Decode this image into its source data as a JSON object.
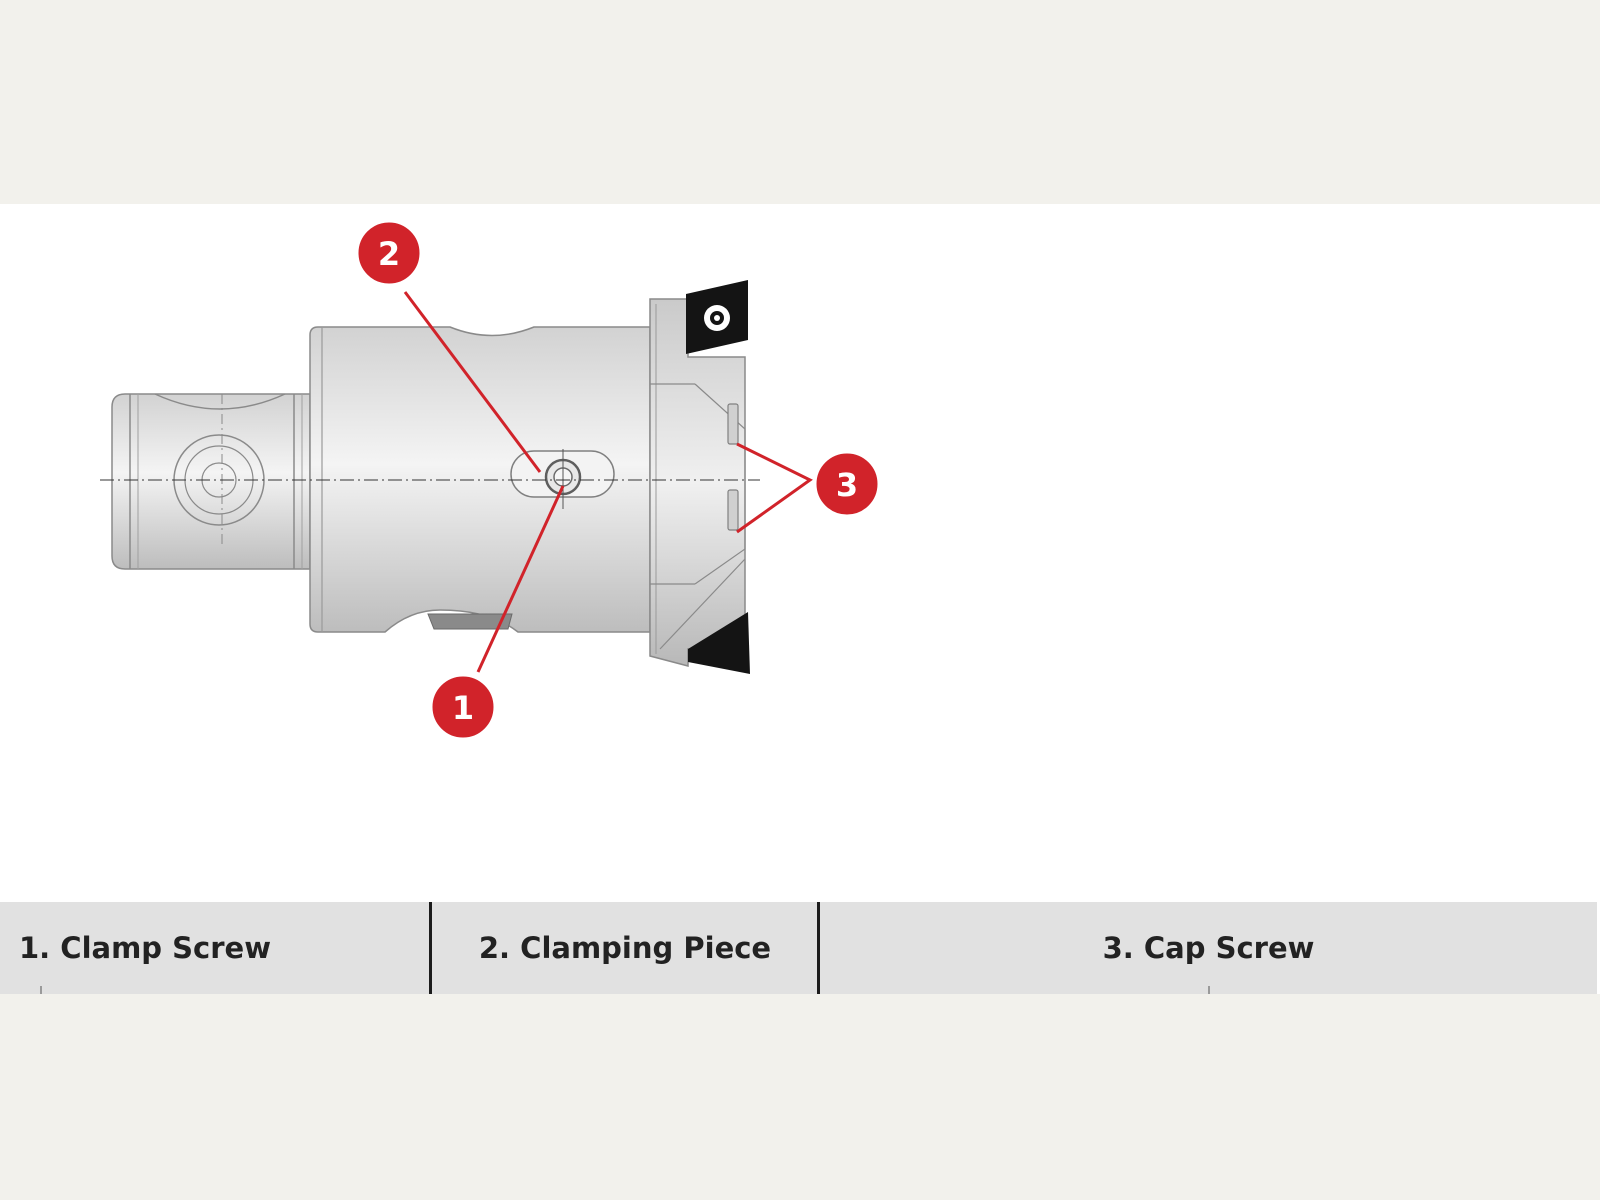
{
  "diagram": {
    "callouts": [
      {
        "number": "2"
      },
      {
        "number": "1"
      },
      {
        "number": "3"
      }
    ],
    "colors": {
      "callout": "#d1232a",
      "background": "#f2f1ec",
      "panel": "#ffffff",
      "legend_bg": "#e1e1e1"
    }
  },
  "legend": {
    "items": [
      {
        "label": "1. Clamp Screw"
      },
      {
        "label": "2. Clamping Piece"
      },
      {
        "label": "3. Cap Screw"
      }
    ]
  }
}
